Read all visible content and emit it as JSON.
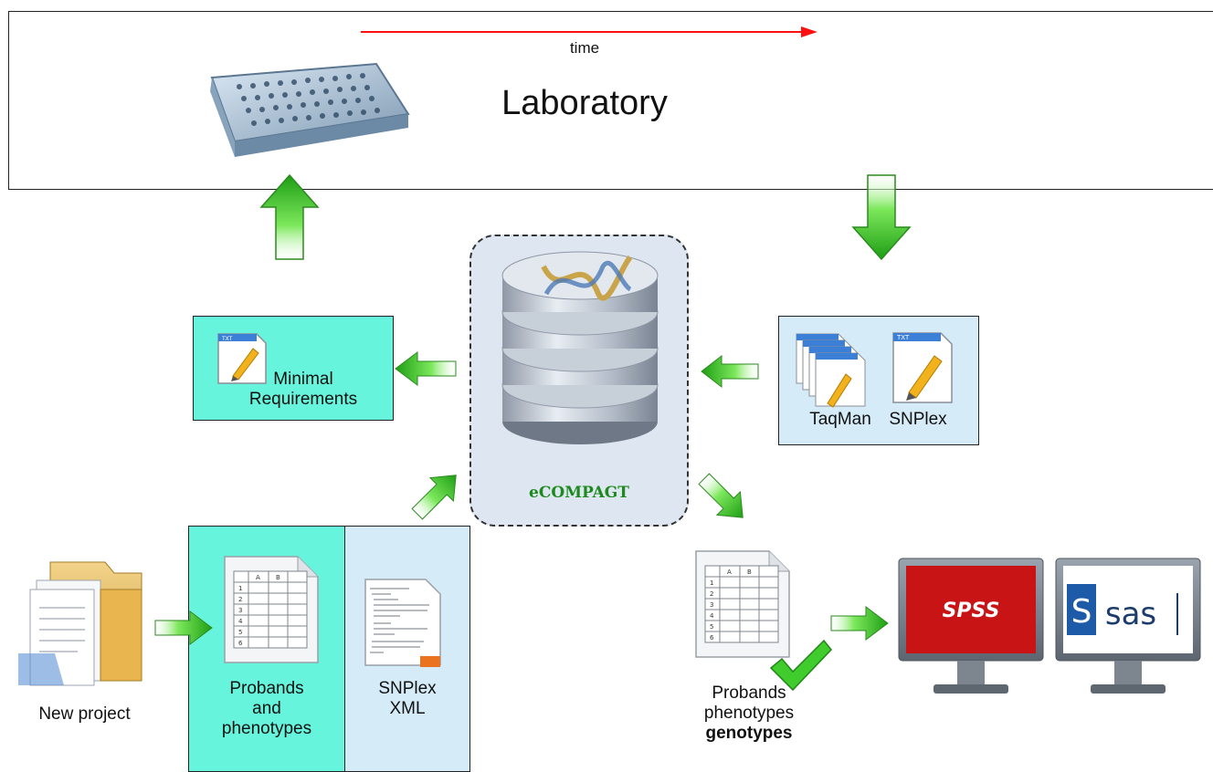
{
  "laboratory": {
    "time_label": "time",
    "title": "Laboratory"
  },
  "database": {
    "label": "eCOMPAGT"
  },
  "minimal_requirements": {
    "label_line1": "Minimal",
    "label_line2": "Requirements"
  },
  "import_formats": {
    "taqman": "TaqMan",
    "snplex": "SNPlex"
  },
  "new_project": {
    "label": "New project"
  },
  "probands_input": {
    "line1": "Probands",
    "line2": "and",
    "line3": "phenotypes"
  },
  "snplex_xml": {
    "line1": "SNPlex",
    "line2": "XML"
  },
  "output": {
    "line1": "Probands",
    "line2": "phenotypes",
    "line3": "genotypes"
  },
  "monitors": {
    "spss_logo": "SPSS",
    "sas_logo": "sas"
  },
  "spreadsheet": {
    "col_a": "A",
    "col_b": "B",
    "rows": [
      "1",
      "2",
      "3",
      "4",
      "5",
      "6"
    ]
  },
  "colors": {
    "arrow_green": "#3fcc2c",
    "time_arrow": "#ff1010",
    "cyan_box": "#66f5dc",
    "blue_box": "#d6ebf8"
  }
}
